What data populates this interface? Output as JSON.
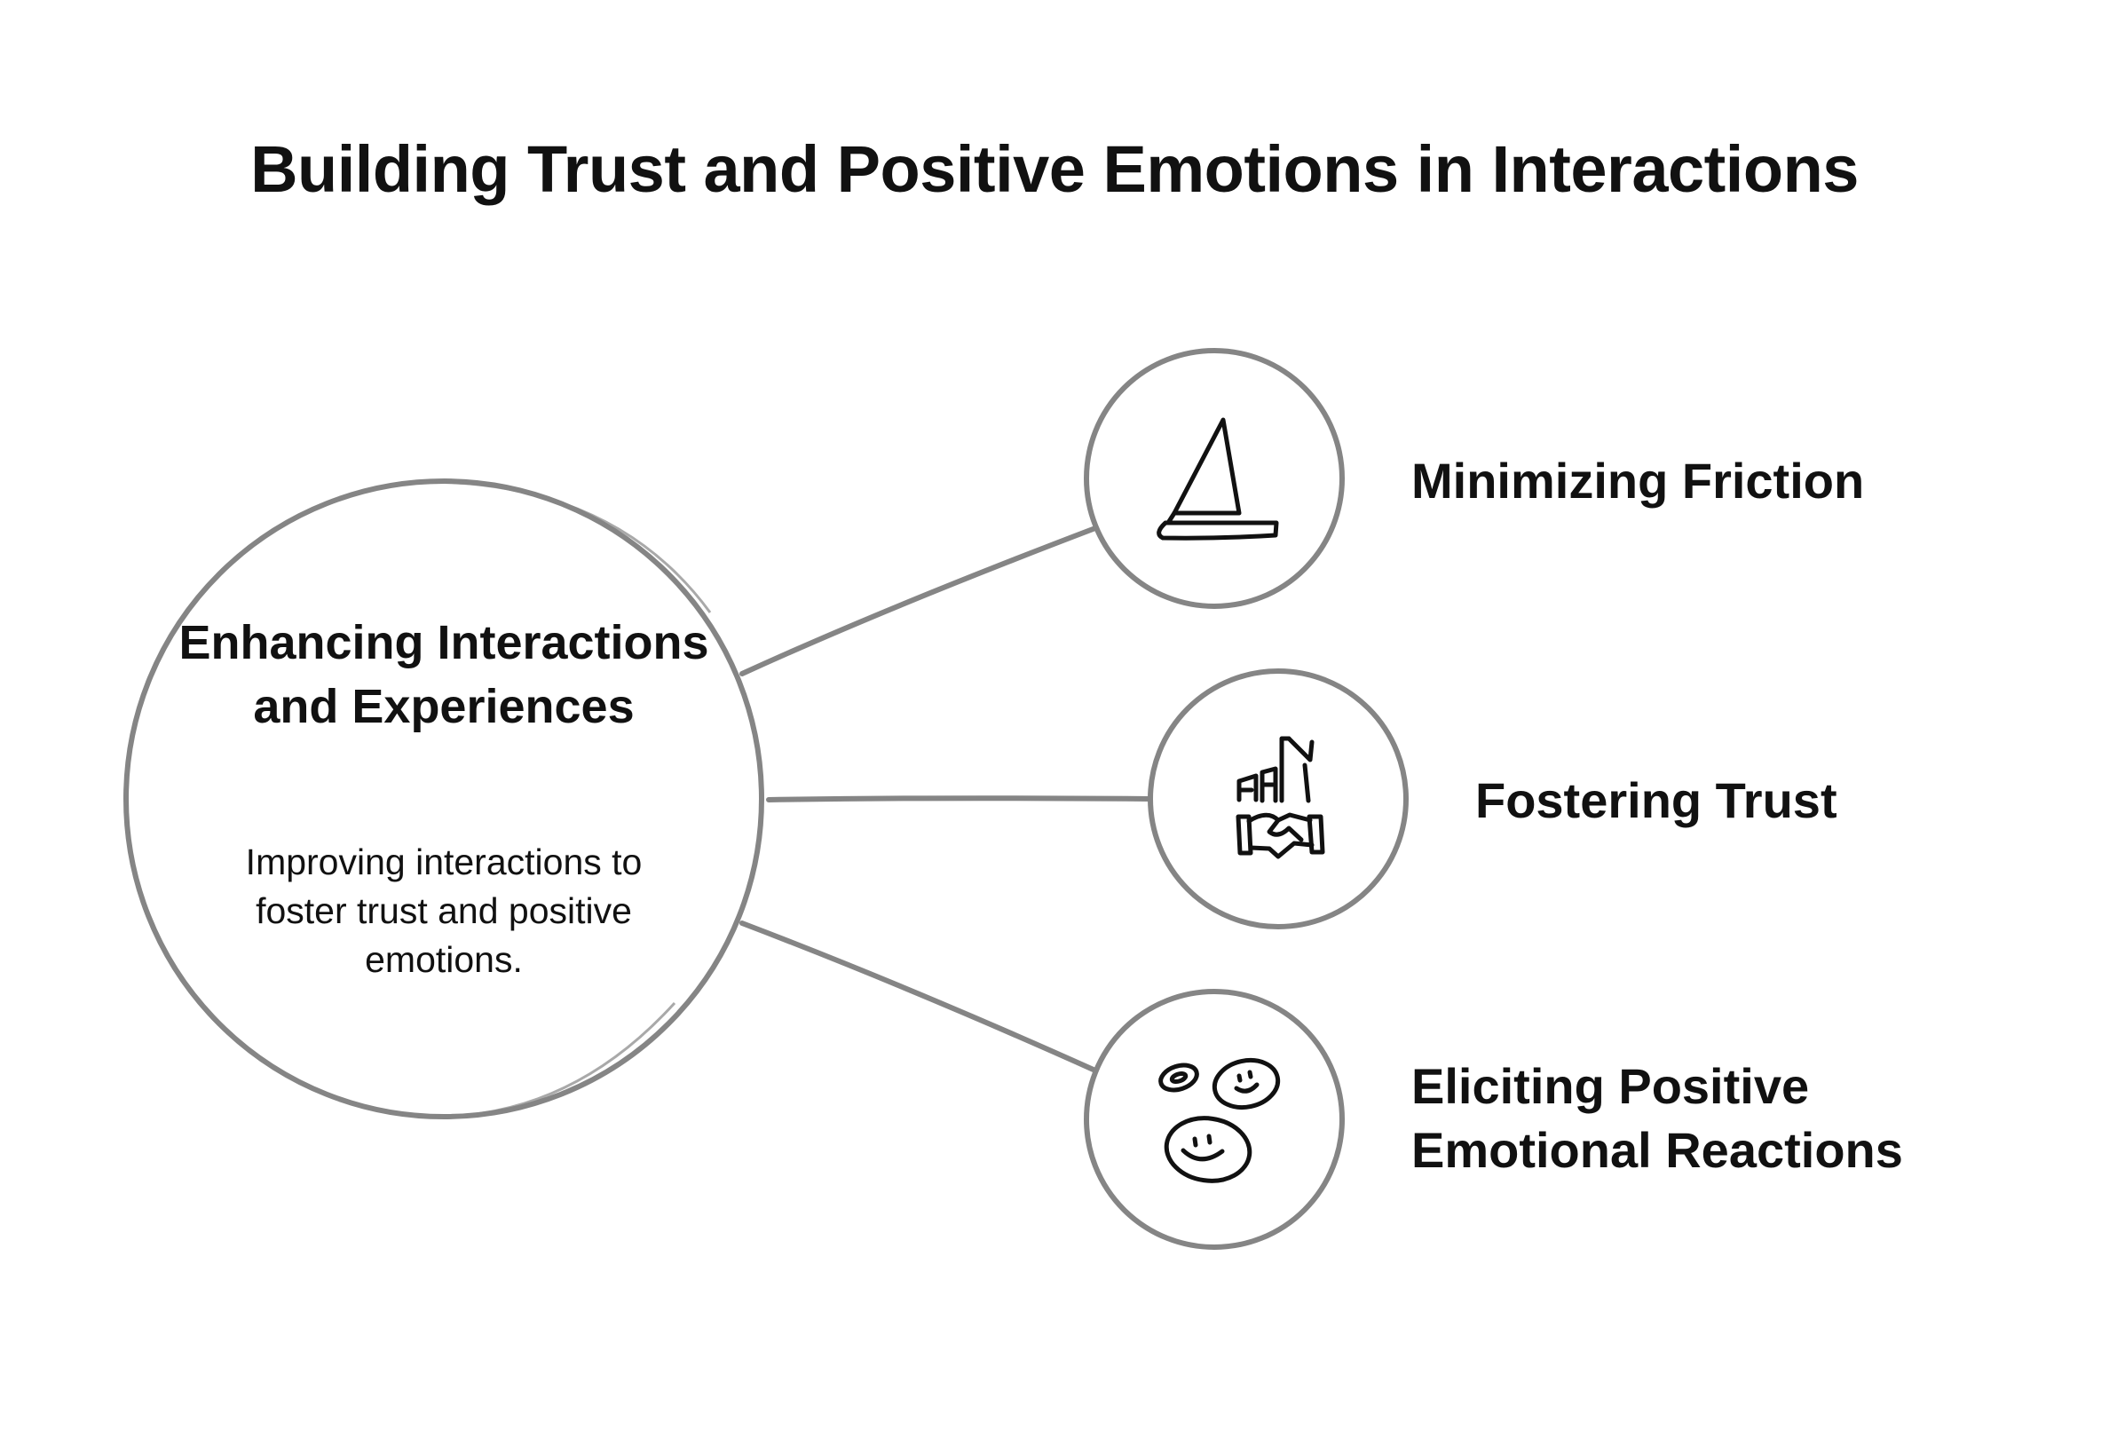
{
  "title": "Building Trust and Positive Emotions in Interactions",
  "hub": {
    "heading": "Enhancing Interactions and Experiences",
    "description": "Improving interactions to foster trust and positive emotions."
  },
  "nodes": [
    {
      "label": "Minimizing Friction",
      "icon": "sailboat-icon"
    },
    {
      "label": "Fostering Trust",
      "icon": "handshake-icon"
    },
    {
      "label": "Eliciting Positive Emotional Reactions",
      "icon": "smiley-faces-icon"
    }
  ],
  "colors": {
    "stroke": "#858585",
    "icon": "#111111",
    "text": "#111111",
    "background": "#ffffff"
  }
}
